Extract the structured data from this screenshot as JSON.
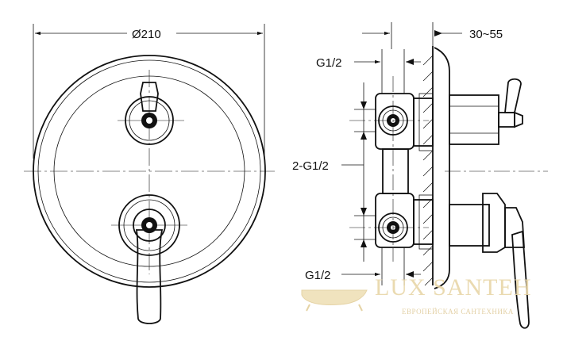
{
  "dimensions": {
    "diameter": "Ø210",
    "depth_range": "30~55",
    "inlet_top": "G1/2",
    "outlets": "2-G1/2",
    "inlet_bottom": "G1/2"
  },
  "watermark": {
    "brand": "LUX SANTEH",
    "tagline": "ЕВРОПЕЙСКАЯ САНТЕХНИКА"
  }
}
